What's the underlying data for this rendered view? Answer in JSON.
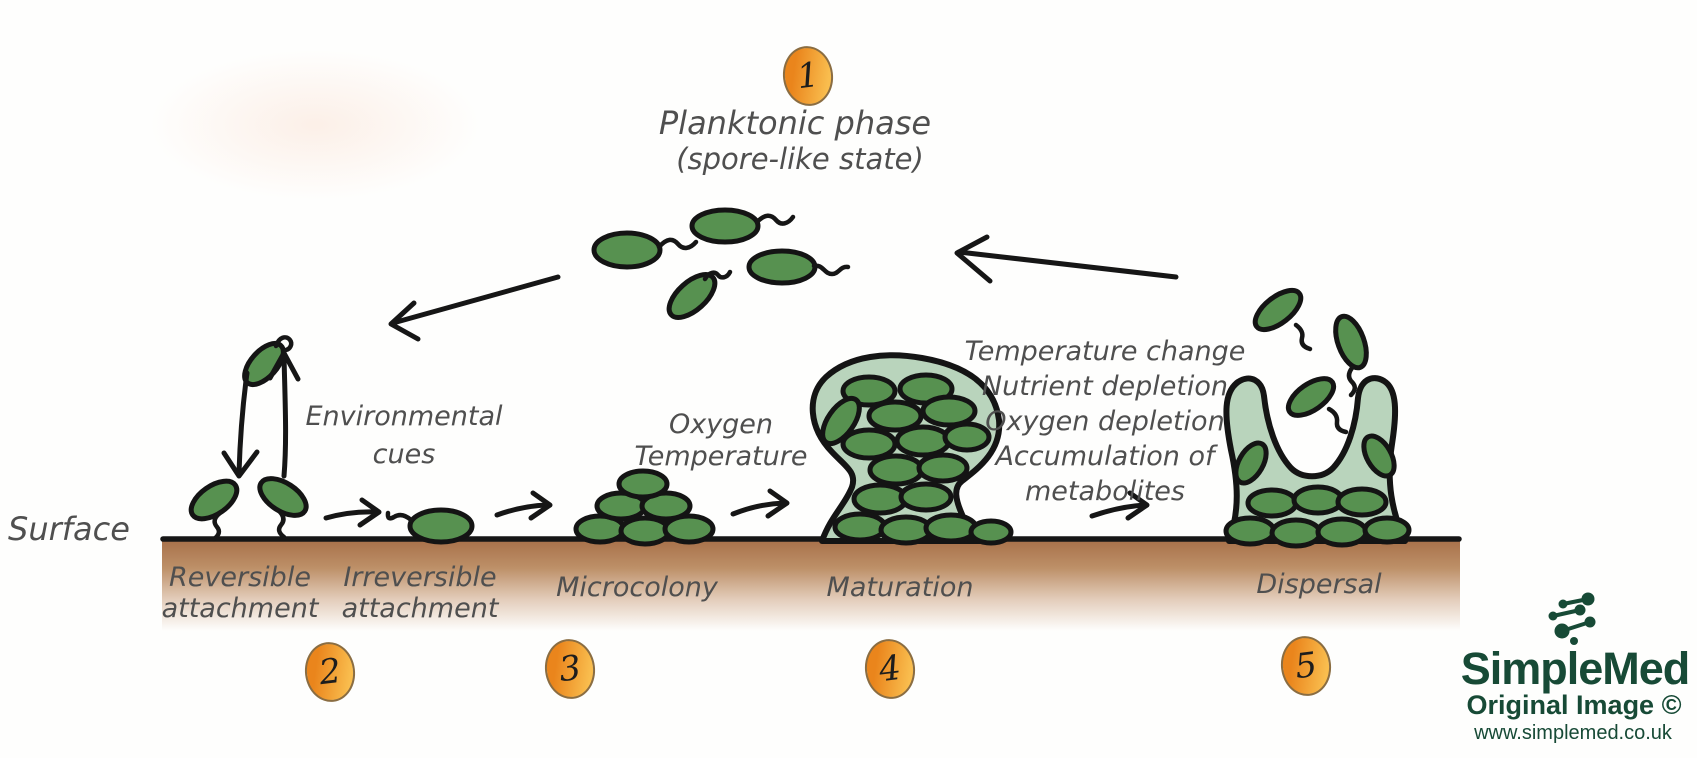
{
  "badges": {
    "b1": "1",
    "b2": "2",
    "b3": "3",
    "b4": "4",
    "b5": "5"
  },
  "planktonic": {
    "title": "Planktonic phase",
    "subtitle": "(spore-like state)"
  },
  "surface_label": "Surface",
  "annotations": {
    "env1": "Environmental",
    "env2": "cues",
    "ox1": "Oxygen",
    "ox2": "Temperature",
    "disp1": "Temperature change",
    "disp2": "Nutrient depletion",
    "disp3": "Oxygen depletion",
    "disp4": "Accumulation of",
    "disp5": "metabolites"
  },
  "stages": {
    "reversible1": "Reversible",
    "reversible2": "attachment",
    "irreversible1": "Irreversible",
    "irreversible2": "attachment",
    "microcolony": "Microcolony",
    "maturation": "Maturation",
    "dispersal": "Dispersal"
  },
  "branding": {
    "name": "SimpleMed",
    "notice": "Original Image ©",
    "url": "www.simplemed.co.uk"
  },
  "colors": {
    "bacteria_green": "#579150",
    "matrix_green": "#b9d4bc",
    "badge_orange": "#ea851c",
    "badge_orange_light": "#f9bd4e",
    "soil_brown": "#a9724b",
    "ink": "#161616",
    "handwriting_gray": "#4f4f4f",
    "brand_green": "#174a36"
  }
}
